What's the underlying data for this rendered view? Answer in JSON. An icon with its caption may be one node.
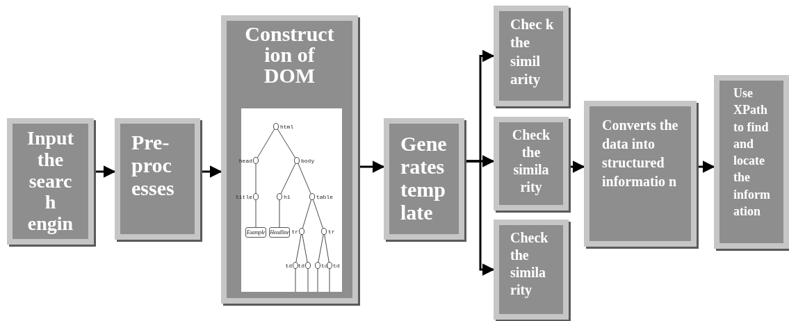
{
  "diagram": {
    "nodes": [
      {
        "text": [
          "Input the searc h engin"
        ]
      },
      {
        "text": [
          "Pre- proc esses"
        ]
      },
      {
        "text": [
          "Construct ion of DOM"
        ]
      },
      {
        "text": [
          "Gene rates temp late"
        ]
      },
      {
        "text": [
          "Chec k the simil arity"
        ]
      },
      {
        "text": [
          "Check the simila rity"
        ]
      },
      {
        "text": [
          "Check the simila rity"
        ]
      },
      {
        "text": [
          "Converts the data into structured informatio n"
        ]
      },
      {
        "text": [
          "Use XPath to find and locate the inform ation"
        ]
      }
    ],
    "edges": [
      {
        "from": 0,
        "to": 1,
        "arrow": "to"
      },
      {
        "from": 1,
        "to": 2,
        "arrow": "to"
      },
      {
        "from": 2,
        "to": 3,
        "arrow": "to"
      },
      {
        "from": 3,
        "to": 4,
        "arrow": "to"
      },
      {
        "from": 3,
        "to": 5,
        "arrow": "to"
      },
      {
        "from": 3,
        "to": 6,
        "arrow": "to"
      },
      {
        "from": 5,
        "to": 7,
        "arrow": "to"
      },
      {
        "from": 7,
        "to": 8,
        "arrow": "to"
      }
    ],
    "labels": [
      "html",
      "head",
      "body",
      "title",
      "h1",
      "table",
      "Example",
      "Headline",
      "tr",
      "tr",
      "td",
      "td",
      "td",
      "td"
    ]
  }
}
